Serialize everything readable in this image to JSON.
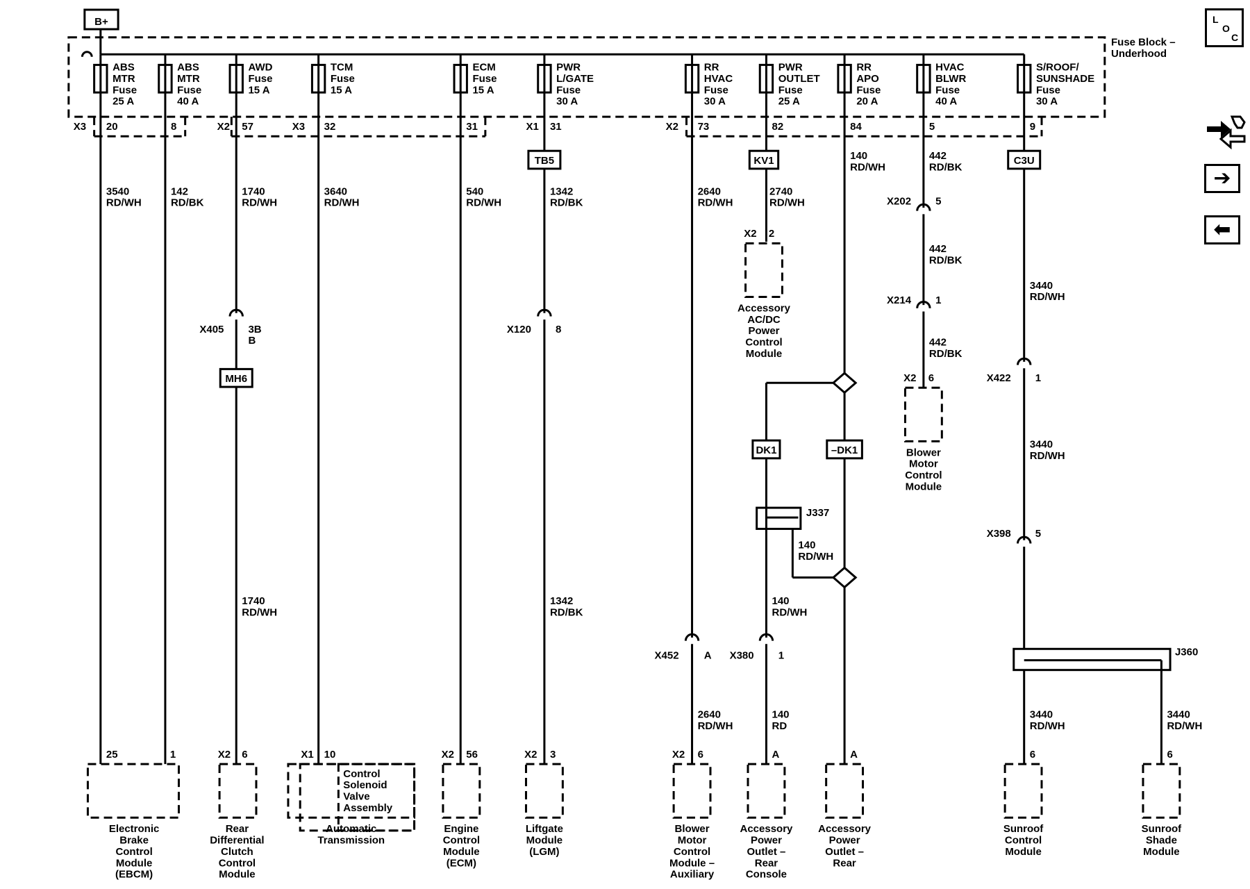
{
  "battery_label": "B+",
  "fuse_block_label": [
    "Fuse Block –",
    "Underhood"
  ],
  "nav": {
    "loc_letters": [
      "L",
      "O",
      "C"
    ],
    "tool_icon": "wrench-arrows-icon",
    "next_icon": "arrow-right-icon",
    "prev_icon": "arrow-left-icon"
  },
  "fuses": [
    {
      "lines": [
        "ABS",
        "MTR",
        "Fuse",
        "25 A"
      ]
    },
    {
      "lines": [
        "ABS",
        "MTR",
        "Fuse",
        "40 A"
      ]
    },
    {
      "lines": [
        "AWD",
        "Fuse",
        "15 A"
      ]
    },
    {
      "lines": [
        "TCM",
        "Fuse",
        "15 A"
      ]
    },
    {
      "lines": [
        "ECM",
        "Fuse",
        "15 A"
      ]
    },
    {
      "lines": [
        "PWR",
        "L/GATE",
        "Fuse",
        "30 A"
      ]
    },
    {
      "lines": [
        "RR",
        "HVAC",
        "Fuse",
        "30 A"
      ]
    },
    {
      "lines": [
        "PWR",
        "OUTLET",
        "Fuse",
        "25 A"
      ]
    },
    {
      "lines": [
        "RR",
        "APO",
        "Fuse",
        "20 A"
      ]
    },
    {
      "lines": [
        "HVAC",
        "BLWR",
        "Fuse",
        "40 A"
      ]
    },
    {
      "lines": [
        "S/ROOF/",
        "SUNSHADE",
        "Fuse",
        "30 A"
      ]
    }
  ],
  "fuse_block_connectors": [
    "X3",
    "X2",
    "X3",
    "X1",
    "X2"
  ],
  "fuse_pins": [
    "20",
    "8",
    "57",
    "32",
    "31",
    "31",
    "73",
    "82",
    "84",
    "5",
    "9"
  ],
  "splice_tags": [
    "TB5",
    "KV1",
    "C3U",
    "MH6",
    "DK1",
    "–DK1"
  ],
  "wires": [
    [
      "3540",
      "RD/WH"
    ],
    [
      "142",
      "RD/BK"
    ],
    [
      "1740",
      "RD/WH"
    ],
    [
      "3640",
      "RD/WH"
    ],
    [
      "540",
      "RD/WH"
    ],
    [
      "1342",
      "RD/BK"
    ],
    [
      "2640",
      "RD/WH"
    ],
    [
      "2740",
      "RD/WH"
    ],
    [
      "140",
      "RD/WH"
    ],
    [
      "442",
      "RD/BK"
    ],
    [
      "442",
      "RD/BK"
    ],
    [
      "442",
      "RD/BK"
    ],
    [
      "3440",
      "RD/WH"
    ],
    [
      "3440",
      "RD/WH"
    ],
    [
      "140",
      "RD/WH"
    ],
    [
      "1740",
      "RD/WH"
    ],
    [
      "1342",
      "RD/BK"
    ],
    [
      "140",
      "RD/WH"
    ],
    [
      "2640",
      "RD/WH"
    ],
    [
      "140",
      "RD"
    ],
    [
      "3440",
      "RD/WH"
    ],
    [
      "3440",
      "RD/WH"
    ]
  ],
  "inline_connectors": [
    {
      "name": "X405",
      "pin": [
        "3B",
        "B"
      ]
    },
    {
      "name": "X120",
      "pin": [
        "8"
      ]
    },
    {
      "name": "X202",
      "pin": [
        "5"
      ]
    },
    {
      "name": "X214",
      "pin": [
        "1"
      ]
    },
    {
      "name": "X422",
      "pin": [
        "1"
      ]
    },
    {
      "name": "X398",
      "pin": [
        "5"
      ]
    },
    {
      "name": "X452",
      "pin": [
        "A"
      ]
    },
    {
      "name": "X380",
      "pin": [
        "1"
      ]
    }
  ],
  "joints": [
    "J337",
    "J360"
  ],
  "modules": [
    {
      "conn": "",
      "pin": "25",
      "name": [
        "Electronic",
        "Brake",
        "Control",
        "Module",
        "(EBCM)"
      ]
    },
    {
      "conn": "X2",
      "pin": "6",
      "name": [
        "Rear",
        "Differential",
        "Clutch",
        "Control",
        "Module"
      ]
    },
    {
      "conn": "X1",
      "pin": "10",
      "name": [
        "Automatic",
        "Transmission"
      ],
      "inner": [
        "Control",
        "Solenoid",
        "Valve",
        "Assembly"
      ]
    },
    {
      "conn": "X2",
      "pin": "56",
      "name": [
        "Engine",
        "Control",
        "Module",
        "(ECM)"
      ]
    },
    {
      "conn": "X2",
      "pin": "3",
      "name": [
        "Liftgate",
        "Module",
        "(LGM)"
      ]
    },
    {
      "conn": "X2",
      "pin": "6",
      "name": [
        "Blower",
        "Motor",
        "Control",
        "Module –",
        "Auxiliary"
      ]
    },
    {
      "conn": "",
      "pin": "A",
      "name": [
        "Accessory",
        "Power",
        "Outlet –",
        "Rear",
        "Console"
      ]
    },
    {
      "conn": "",
      "pin": "A",
      "name": [
        "Accessory",
        "Power",
        "Outlet –",
        "Rear"
      ]
    },
    {
      "conn": "",
      "pin": "6",
      "name": [
        "Sunroof",
        "Control",
        "Module"
      ]
    },
    {
      "conn": "",
      "pin": "6",
      "name": [
        "Sunroof",
        "Shade",
        "Module"
      ]
    },
    {
      "conn": "X2",
      "pin": "2",
      "name": [
        "Accessory",
        "AC/DC",
        "Power",
        "Control",
        "Module"
      ]
    },
    {
      "conn": "X2",
      "pin": "6",
      "name": [
        "Blower",
        "Motor",
        "Control",
        "Module"
      ]
    }
  ],
  "ebcm_second_pin": "1"
}
